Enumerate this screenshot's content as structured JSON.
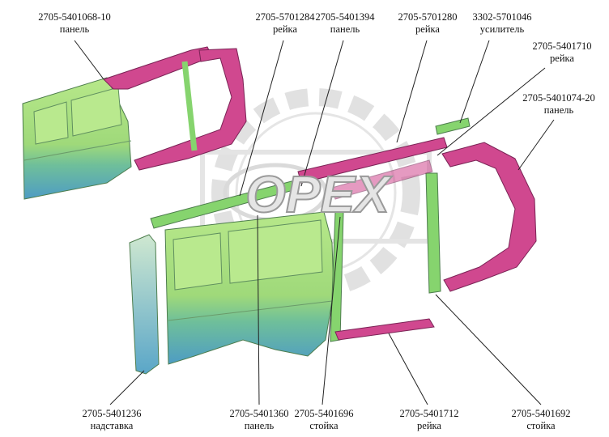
{
  "watermark": {
    "text": "OPEX"
  },
  "colors": {
    "panel_green": "#a8e07a",
    "panel_blue": "#5aa6c8",
    "rail_magenta": "#d0488f",
    "strip_green": "#7fd46a",
    "watermark": "#d8d8d8"
  },
  "callouts": [
    {
      "part": "2705-5401068-10",
      "name": "панель"
    },
    {
      "part": "2705-5701284",
      "name": "рейка"
    },
    {
      "part": "2705-5401394",
      "name": "панель"
    },
    {
      "part": "2705-5701280",
      "name": "рейка"
    },
    {
      "part": "3302-5701046",
      "name": "усилитель"
    },
    {
      "part": "2705-5401710",
      "name": "рейка"
    },
    {
      "part": "2705-5401074-20",
      "name": "панель"
    },
    {
      "part": "2705-5401236",
      "name": "надставка"
    },
    {
      "part": "2705-5401360",
      "name": "панель"
    },
    {
      "part": "2705-5401696",
      "name": "стойка"
    },
    {
      "part": "2705-5401712",
      "name": "рейка"
    },
    {
      "part": "2705-5401692",
      "name": "стойка"
    }
  ]
}
